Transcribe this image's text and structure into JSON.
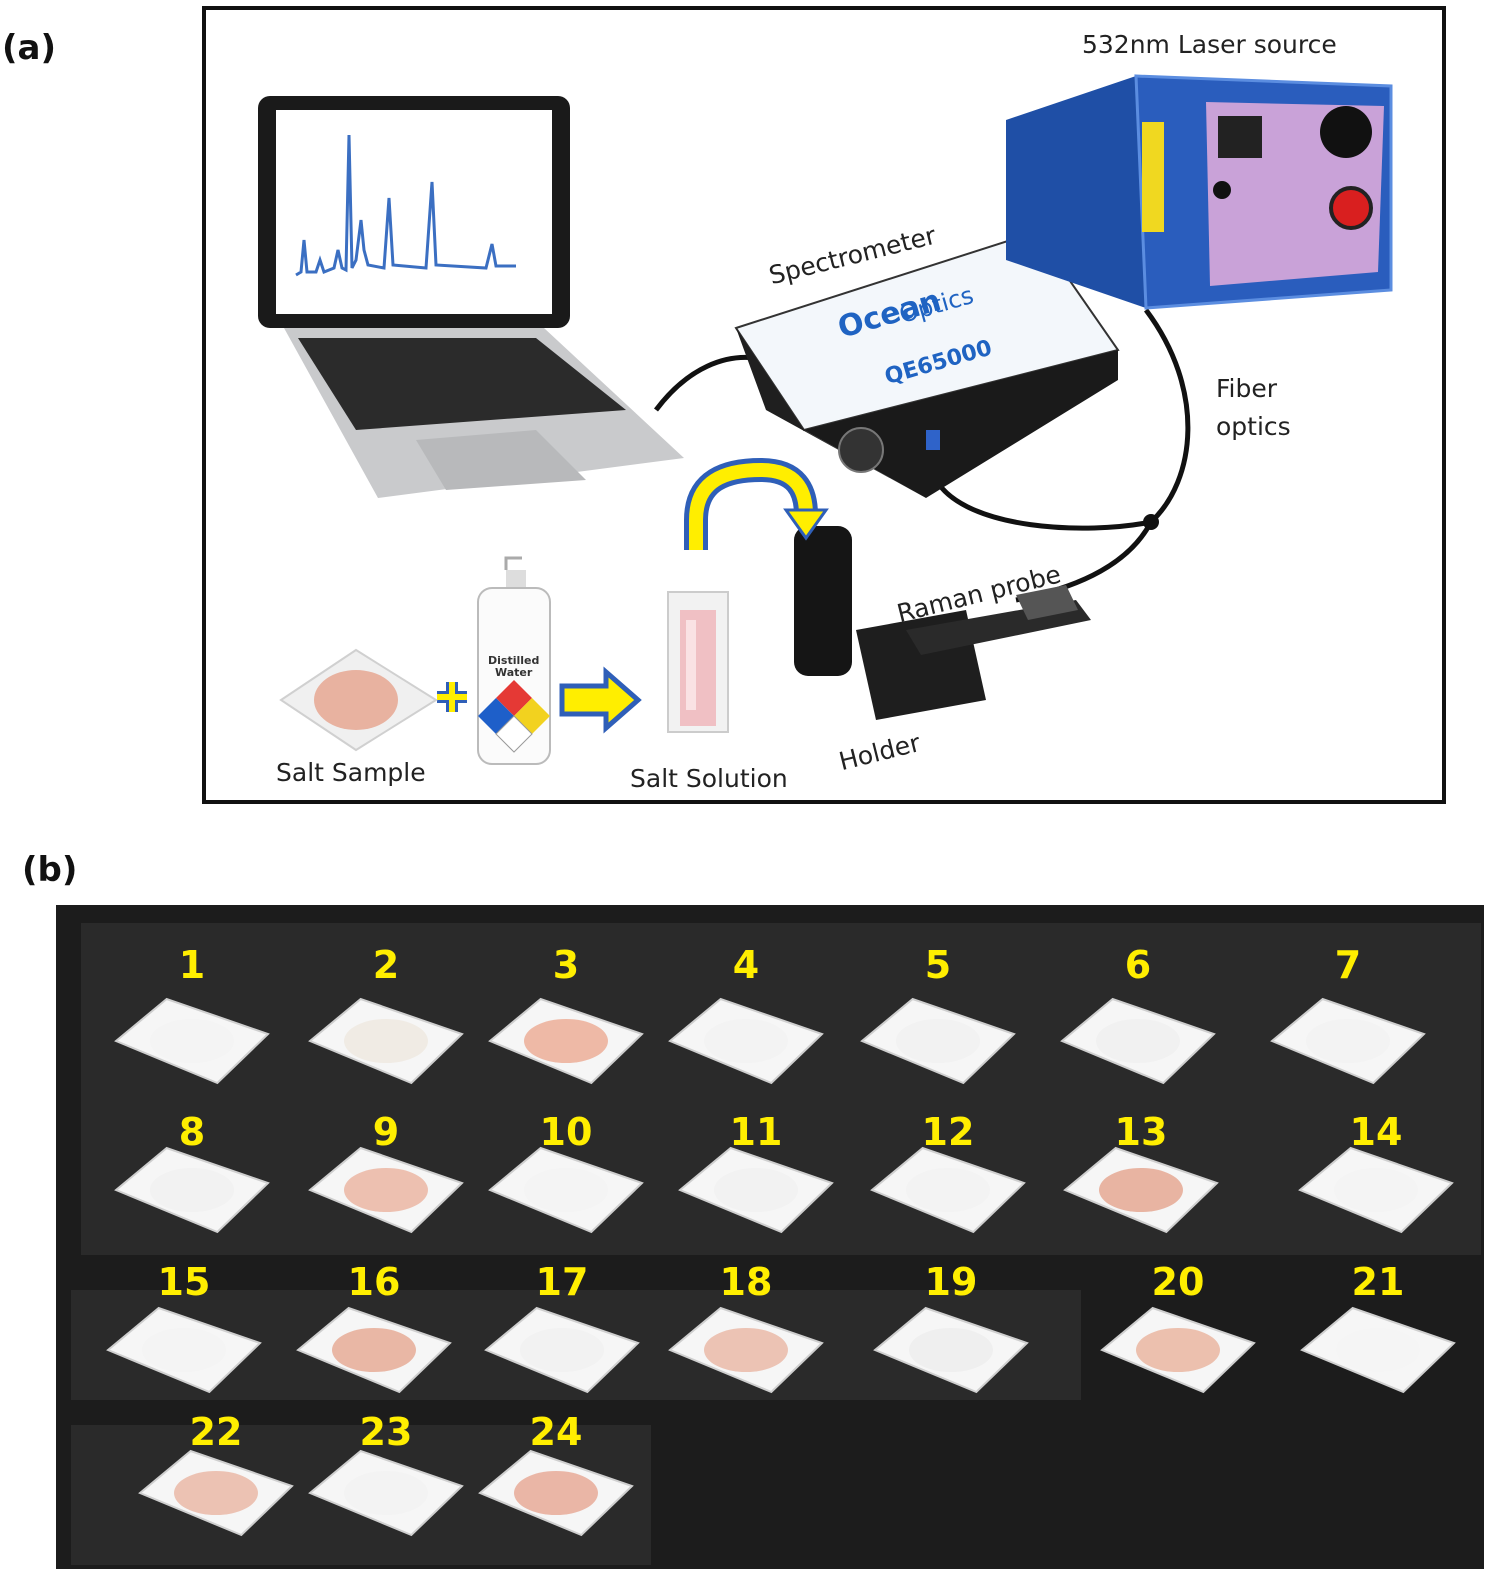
{
  "panel_a": {
    "label": "(a)",
    "laser_label": "532nm Laser source",
    "spectrometer_label": "Spectrometer",
    "fiber_label_1": "Fiber",
    "fiber_label_2": "optics",
    "raman_probe_label": "Raman probe",
    "holder_label": "Holder",
    "salt_sample_label": "Salt Sample",
    "salt_solution_label": "Salt Solution",
    "brand_1": "Ocean",
    "brand_2": "Optics",
    "model": "QE65000",
    "bottle_label_1": "Distilled",
    "bottle_label_2": "Water"
  },
  "panel_b": {
    "label": "(b)",
    "samples": [
      "1",
      "2",
      "3",
      "4",
      "5",
      "6",
      "7",
      "8",
      "9",
      "10",
      "11",
      "12",
      "13",
      "14",
      "15",
      "16",
      "17",
      "18",
      "19",
      "20",
      "21",
      "22",
      "23",
      "24"
    ]
  },
  "colors": {
    "accent_yellow": "#ffee00",
    "arrow_blue": "#2f5fb8",
    "pink_salt": "#e8b2a0",
    "dish_white": "#f2f2f2"
  }
}
